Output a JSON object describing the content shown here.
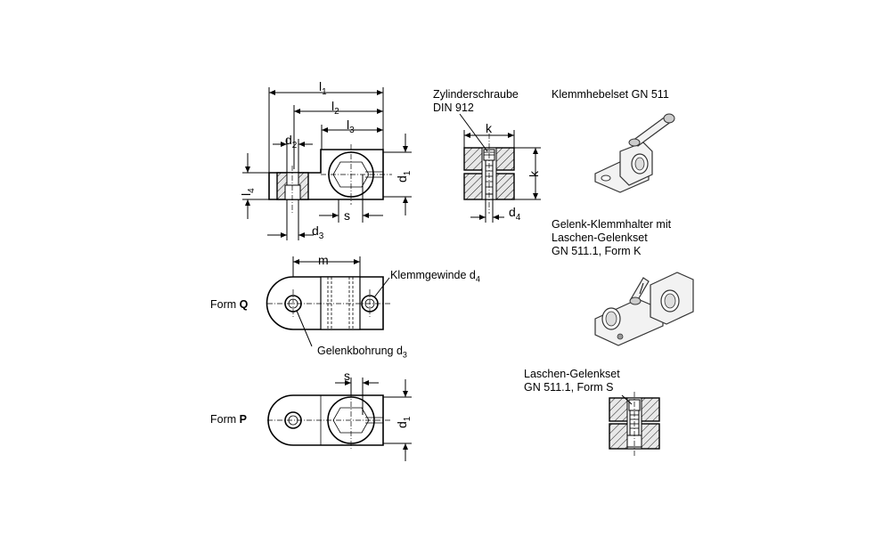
{
  "dimensions": {
    "l1": "l1",
    "l2": "l2",
    "l3": "l3",
    "l4": "l4",
    "d1": "d1",
    "d2": "d2",
    "d3": "d3",
    "d4": "d4",
    "s": "s",
    "k": "k",
    "m": "m"
  },
  "callouts": {
    "zylinderschraube_line1": "Zylinderschraube",
    "zylinderschraube_line2": "DIN 912",
    "klemmgewinde_text": "Klemmgewinde d",
    "klemmgewinde_sub": "4",
    "gelenkbohrung_text": "Gelenkbohrung d",
    "gelenkbohrung_sub": "3"
  },
  "forms": {
    "form_q_prefix": "Form ",
    "form_q_letter": "Q",
    "form_p_prefix": "Form ",
    "form_p_letter": "P"
  },
  "products": {
    "klemmhebelset": "Klemmhebelset GN 511",
    "gelenk_line1": "Gelenk-Klemmhalter mit",
    "gelenk_line2": "Laschen-Gelenkset",
    "gelenk_line3": "GN 511.1, Form K",
    "laschen_line1": "Laschen-Gelenkset",
    "laschen_line2": "GN 511.1, Form S"
  }
}
